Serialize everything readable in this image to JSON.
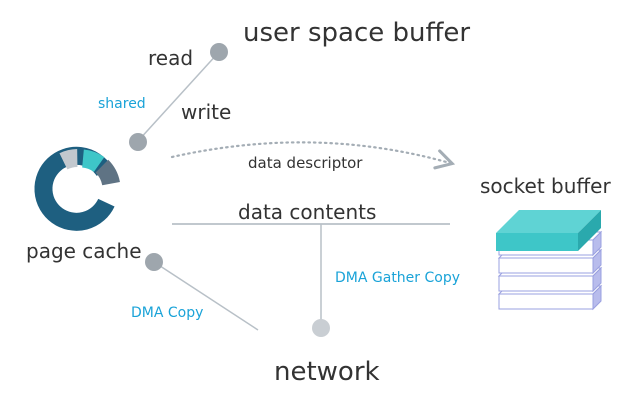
{
  "labels": {
    "user_space_buffer": "user space buffer",
    "read": "read",
    "shared": "shared",
    "write": "write",
    "data_descriptor": "data descriptor",
    "socket_buffer": "socket buffer",
    "data_contents": "data contents",
    "page_cache": "page cache",
    "dma_gather_copy": "DMA Gather Copy",
    "dma_copy": "DMA Copy",
    "network": "network"
  },
  "colors": {
    "text": "#333333",
    "accent": "#1aa3d8",
    "node": "#9ea6ad",
    "line": "#b8c0c7",
    "buffer_top": "#3ec6c8",
    "buffer_layer": "#ffffff",
    "buffer_side": "#9aa0e0",
    "cache_dark": "#1e5f80",
    "cache_teal": "#3ec6c8",
    "cache_grey": "#5f7384"
  },
  "icons": {
    "page_cache": "page-cache-ring-icon",
    "socket_buffer": "stacked-layers-icon"
  }
}
